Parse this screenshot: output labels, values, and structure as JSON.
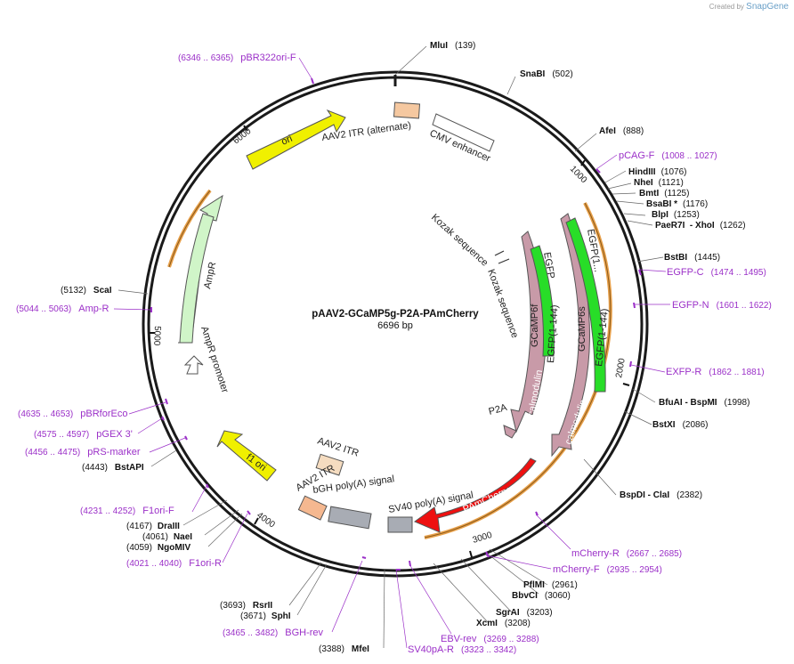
{
  "brand": {
    "created_by": "Created by",
    "name": "SnapGene"
  },
  "plasmid": {
    "name": "pAAV2-GCaMP5g-P2A-PAmCherry",
    "size": "6696 bp",
    "length": 6696
  },
  "colors": {
    "primer": "#9b30c8",
    "orange_track": "#e8a04a",
    "backbone": "#1a1a1a"
  },
  "ticks": [
    {
      "label": "1000",
      "pos": 1000
    },
    {
      "label": "2000",
      "pos": 2000
    },
    {
      "label": "3000",
      "pos": 3000
    },
    {
      "label": "4000",
      "pos": 4000
    },
    {
      "label": "5000",
      "pos": 5000
    },
    {
      "label": "6000",
      "pos": 6000
    }
  ],
  "sites": [
    {
      "name": "MluI",
      "pos": "(139)"
    },
    {
      "name": "SnaBI",
      "pos": "(502)"
    },
    {
      "name": "AfeI",
      "pos": "(888)"
    },
    {
      "name": "HindIII",
      "pos": "(1076)"
    },
    {
      "name": "NheI",
      "pos": "(1121)"
    },
    {
      "name": "BmtI",
      "pos": "(1125)"
    },
    {
      "name": "BsaBI *",
      "pos": "(1176)"
    },
    {
      "name": "BlpI",
      "pos": "(1253)"
    },
    {
      "name": "PaeR7I  - XhoI",
      "pos": "(1262)"
    },
    {
      "name": "BstBI",
      "pos": "(1445)"
    },
    {
      "name": "BfuAI  - BspMI",
      "pos": "(1998)"
    },
    {
      "name": "BstXI",
      "pos": "(2086)"
    },
    {
      "name": "BspDI  - ClaI",
      "pos": "(2382)"
    },
    {
      "name": "PflMI",
      "pos": "(2961)"
    },
    {
      "name": "BbvCI",
      "pos": "(3060)"
    },
    {
      "name": "SgrAI",
      "pos": "(3203)"
    },
    {
      "name": "XcmI",
      "pos": "(3208)"
    },
    {
      "name": "MfeI",
      "pos": "(3388)"
    },
    {
      "name": "SphI",
      "pos": "(3671)"
    },
    {
      "name": "RsrII",
      "pos": "(3693)"
    },
    {
      "name": "NgoMIV",
      "pos": "(4059)"
    },
    {
      "name": "NaeI",
      "pos": "(4061)"
    },
    {
      "name": "DraIII",
      "pos": "(4167)"
    },
    {
      "name": "BstAPI",
      "pos": "(4443)"
    },
    {
      "name": "ScaI",
      "pos": "(5132)"
    }
  ],
  "primers": [
    {
      "name": "pBR322ori-F",
      "range": "(6346 .. 6365)"
    },
    {
      "name": "pCAG-F",
      "range": "(1008 .. 1027)"
    },
    {
      "name": "EGFP-C",
      "range": "(1474 .. 1495)"
    },
    {
      "name": "EGFP-N",
      "range": "(1601 .. 1622)"
    },
    {
      "name": "EXFP-R",
      "range": "(1862 .. 1881)"
    },
    {
      "name": "mCherry-R",
      "range": "(2667 .. 2685)"
    },
    {
      "name": "mCherry-F",
      "range": "(2935 .. 2954)"
    },
    {
      "name": "EBV-rev",
      "range": "(3269 .. 3288)"
    },
    {
      "name": "SV40pA-R",
      "range": "(3323 .. 3342)"
    },
    {
      "name": "BGH-rev",
      "range": "(3465 .. 3482)"
    },
    {
      "name": "F1ori-R",
      "range": "(4021 .. 4040)"
    },
    {
      "name": "F1ori-F",
      "range": "(4231 .. 4252)"
    },
    {
      "name": "pRS-marker",
      "range": "(4456 .. 4475)"
    },
    {
      "name": "pGEX 3'",
      "range": "(4575 .. 4597)"
    },
    {
      "name": "pBRforEco",
      "range": "(4635 .. 4653)"
    },
    {
      "name": "Amp-R",
      "range": "(5044 .. 5063)"
    }
  ],
  "features": {
    "itr_alt": "AAV2 ITR (alternate)",
    "cmv": "CMV enhancer",
    "ori": "ori",
    "ampr": "AmpR",
    "ampr_promoter": "AmpR promoter",
    "f1ori": "f1 ori",
    "itr": "AAV2 ITR",
    "bgh": "bGH poly(A) signal",
    "itr2": "AAV2 ITR",
    "sv40": "SV40 poly(A) signal",
    "pamcherry": "PAmCherry",
    "kozak1": "Kozak sequence",
    "kozak2": "Kozak sequence",
    "p2a": "P2A",
    "gcamp6f": "GCaMP6f",
    "gcamp6s": "GCaMP6s",
    "egfp": "EGFP",
    "egfp1": "EGFP(1...",
    "egfp_a": "EGFP(1-144)",
    "egfp_b": "EGFP(1-144)",
    "calmodulin_a": "calmodulin",
    "calmodulin_b": "calmodulin"
  }
}
